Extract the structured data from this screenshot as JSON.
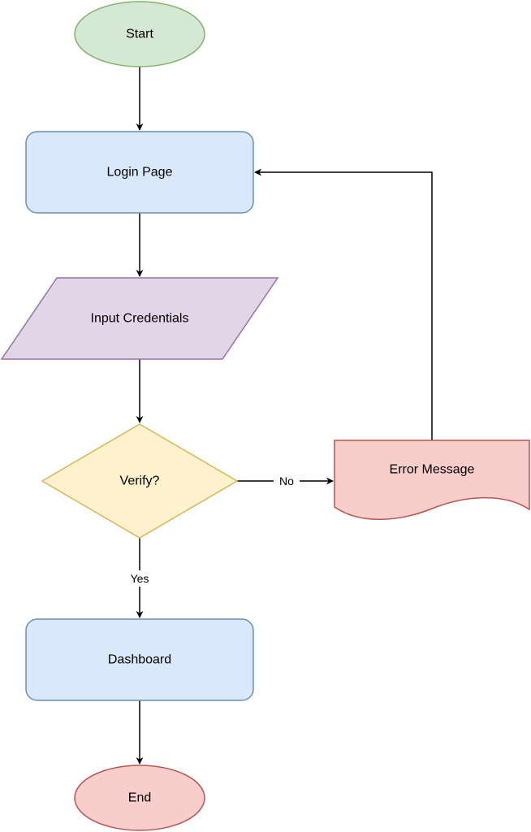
{
  "diagram": {
    "nodes": {
      "start": {
        "label": "Start",
        "fill": "#d5e8d4",
        "stroke": "#82b366"
      },
      "login": {
        "label": "Login Page",
        "fill": "#dae8fc",
        "stroke": "#6c8ebf"
      },
      "input": {
        "label": "Input Credentials",
        "fill": "#e1d5e7",
        "stroke": "#9673a6"
      },
      "verify": {
        "label": "Verify?",
        "fill": "#fff2cc",
        "stroke": "#d6b656"
      },
      "error": {
        "label": "Error Message",
        "fill": "#f8cecc",
        "stroke": "#b85450"
      },
      "dashboard": {
        "label": "Dashboard",
        "fill": "#dae8fc",
        "stroke": "#6c8ebf"
      },
      "end": {
        "label": "End",
        "fill": "#f8cecc",
        "stroke": "#b85450"
      }
    },
    "edges": {
      "verify_no": {
        "label": "No"
      },
      "verify_yes": {
        "label": "Yes"
      }
    },
    "edge_color": "#000000"
  }
}
